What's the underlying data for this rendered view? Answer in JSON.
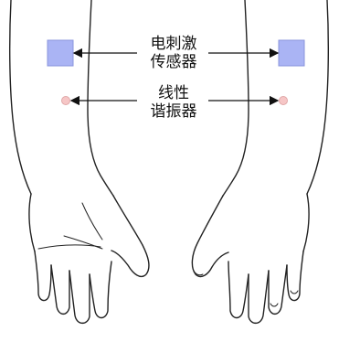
{
  "labels": {
    "sensor_line1": "电刺激",
    "sensor_line2": "传感器",
    "actuator_line1": "线性",
    "actuator_line2": "谐振器"
  },
  "colors": {
    "sensor_fill": "#aab4f4",
    "sensor_stroke": "#8a94dc",
    "actuator_fill": "#f6c6c6",
    "actuator_stroke": "#e0a8a8",
    "outline": "#222222",
    "arrow": "#111111"
  },
  "icons": {
    "sensor": "square",
    "actuator": "dot"
  }
}
